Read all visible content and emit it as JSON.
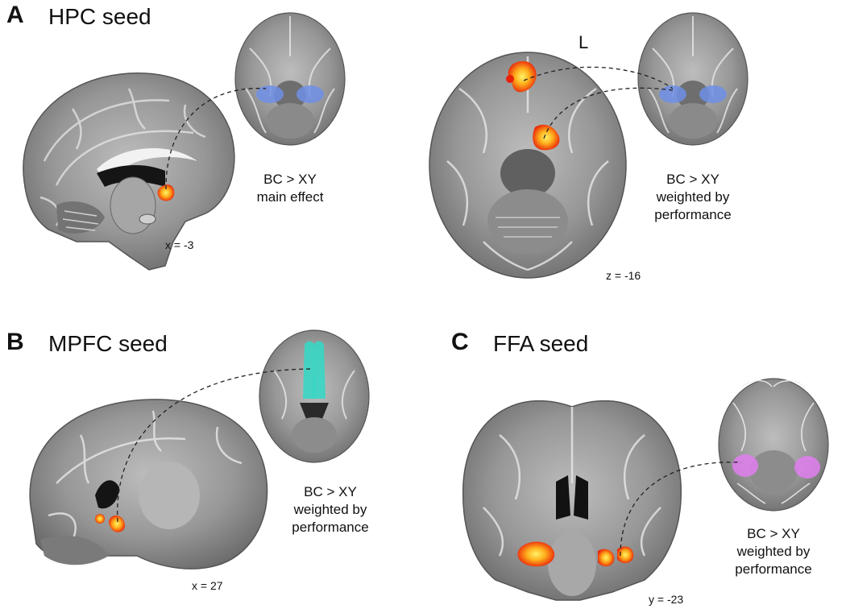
{
  "panels": {
    "a": {
      "letter": "A",
      "title": "HPC seed",
      "caption_main": [
        "BC > XY",
        "main effect"
      ],
      "caption_weighted": [
        "BC > XY",
        "weighted by",
        "performance"
      ],
      "coord_sagittal": "x = -3",
      "coord_axial": "z = -16",
      "hemisphere_label": "L"
    },
    "b": {
      "letter": "B",
      "title": "MPFC seed",
      "caption": [
        "BC > XY",
        "weighted by",
        "performance"
      ],
      "coord": "x = 27"
    },
    "c": {
      "letter": "C",
      "title": "FFA seed",
      "caption": [
        "BC > XY",
        "weighted by",
        "performance"
      ],
      "coord": "y = -23"
    }
  },
  "colors": {
    "activation_core": "#ffe23a",
    "activation_edge": "#e8200a",
    "hpc_seed": "#6f8fe6",
    "mpfc_seed": "#38d6c4",
    "ffa_seed": "#e07ef0",
    "brain_gray": "#8c8c8c"
  }
}
